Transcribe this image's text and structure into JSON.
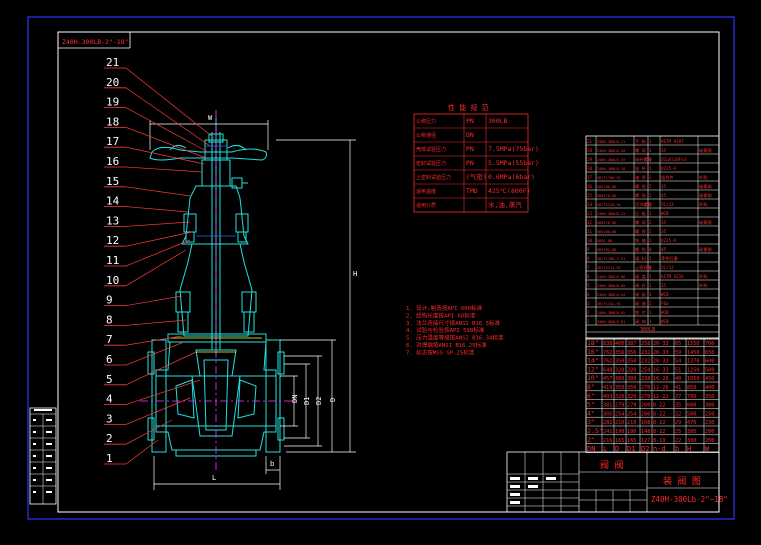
{
  "title_block": {
    "drawing_title": "Z40H-300Lb-2\"~18\"",
    "label_1": "阀 阀",
    "label_2": "装 阀 图"
  },
  "spec_table": {
    "heading": "性 能 规 范",
    "rows": [
      {
        "name": "公称压力",
        "sym": "PN",
        "val": "300LB"
      },
      {
        "name": "公称通径",
        "sym": "DN",
        "val": ""
      },
      {
        "name": "壳体试验压力",
        "sym": "PN",
        "val": "7.5MPa(75bar)"
      },
      {
        "name": "密封试验压力",
        "sym": "PN",
        "val": "5.5MPa(55bar)"
      },
      {
        "name": "上密封试验压力",
        "sym": "(气密)",
        "val": "0.6MPa(6bar)"
      },
      {
        "name": "适用温度",
        "sym": "TMD",
        "val": "425℃(800F)"
      },
      {
        "name": "适用介质",
        "sym": "",
        "val": "水,油,蒸汽"
      }
    ]
  },
  "notes": [
    "1. 设计,制造按API 600标准",
    "2. 结构长度按API 6D标准",
    "3. 法兰连接尺寸按ANSI B16.5标准",
    "4. 试验与检验按API 598标准",
    "5. 压力温度等级按ANSI B16.34标准",
    "6. 对焊端按ANSI B16.25标准",
    "7. 标志按MSS SP-25标准"
  ],
  "part_numbers": [
    "21",
    "20",
    "19",
    "18",
    "17",
    "16",
    "15",
    "14",
    "13",
    "12",
    "11",
    "10",
    "9",
    "8",
    "7",
    "6",
    "5",
    "4",
    "3",
    "2",
    "1"
  ],
  "dimension_labels": {
    "W": "W",
    "H": "H",
    "L": "L",
    "b": "b",
    "DN": "DN",
    "D1": "D1",
    "D2": "D2",
    "D": "D"
  },
  "bom_table": {
    "header": "300LB",
    "rows": [
      {
        "n": "21",
        "code": "Z40H-300LB-21",
        "name": "手 轮",
        "q": "1",
        "mat": "ASTM A197",
        "note": ""
      },
      {
        "n": "20",
        "code": "Z40H-300LB-20",
        "name": "螺 母",
        "q": "1",
        "mat": "35",
        "note": "碳素钢"
      },
      {
        "n": "19",
        "code": "Z40H-300LB-19",
        "name": "阀杆螺母",
        "q": "1",
        "mat": "ZCuAl10Fe3",
        "note": ""
      },
      {
        "n": "18",
        "code": "Z40H-300LB-18",
        "name": "油 杯",
        "q": "1",
        "mat": "Q235-A",
        "note": ""
      },
      {
        "n": "17",
        "code": "JB/T1700-91",
        "name": "轴 承",
        "q": "2",
        "mat": "组合件",
        "note": "外购"
      },
      {
        "n": "16",
        "code": "GB5780-86",
        "name": "螺 栓",
        "q": "2",
        "mat": "35",
        "note": "碳素钢"
      },
      {
        "n": "15",
        "code": "GB6170-86",
        "name": "螺 母",
        "q": "2",
        "mat": "45",
        "note": "碳素钢"
      },
      {
        "n": "14",
        "code": "JB/T5210-91",
        "name": "活节螺栓",
        "q": "2",
        "mat": "2Cr13",
        "note": "外购"
      },
      {
        "n": "13",
        "code": "Z40H-300LB-13",
        "name": "压 板",
        "q": "1",
        "mat": "WCB",
        "note": ""
      },
      {
        "n": "12",
        "code": "GB6170-86",
        "name": "螺 母",
        "q": "2",
        "mat": "35",
        "note": "碳素钢"
      },
      {
        "n": "11",
        "code": "GB5780-86",
        "name": "螺 栓",
        "q": "2",
        "mat": "35",
        "note": ""
      },
      {
        "n": "10",
        "code": "GB91-86",
        "name": "销 轴",
        "q": "2",
        "mat": "Q235-A",
        "note": ""
      },
      {
        "n": "9",
        "code": "GB5782-86",
        "name": "螺 栓",
        "q": "8",
        "mat": "45",
        "note": "碳素钢"
      },
      {
        "n": "8",
        "code": "JB/T1708.2-91",
        "name": "填 料",
        "q": "1",
        "mat": "柔性石墨",
        "note": ""
      },
      {
        "n": "7",
        "code": "JB/T5211-91",
        "name": "上密封座",
        "q": "1",
        "mat": "2Cr13",
        "note": ""
      },
      {
        "n": "6",
        "code": "Z40H-300LB-06",
        "name": "阀 盖",
        "q": "1",
        "mat": "ASTM A216",
        "note": "外购"
      },
      {
        "n": "5",
        "code": "Z40H-300LB-05",
        "name": "阀 杆",
        "q": "1",
        "mat": "35",
        "note": "外购"
      },
      {
        "n": "4",
        "code": "Z40H-300LB-04",
        "name": "闸 板",
        "q": "1",
        "mat": "WCB",
        "note": ""
      },
      {
        "n": "3",
        "code": "JB/T1752-91",
        "name": "阀 座",
        "q": "2",
        "mat": "F6a",
        "note": ""
      },
      {
        "n": "2",
        "code": "Z40H-300LB-02",
        "name": "垫 片",
        "q": "1",
        "mat": "WCB",
        "note": ""
      },
      {
        "n": "1",
        "code": "Z40H-300LB-01",
        "name": "阀 体",
        "q": "1",
        "mat": "WCB",
        "note": ""
      }
    ]
  },
  "dim_table": {
    "headers": [
      "DN",
      "L",
      "D",
      "D1",
      "D2",
      "n-d",
      "b",
      "H",
      "W"
    ],
    "rows": [
      [
        "18\"",
        "838",
        "400",
        "387",
        "258",
        "20-33",
        "65",
        "1550",
        "700"
      ],
      [
        "16\"",
        "762",
        "356",
        "356",
        "232",
        "20-33",
        "59",
        "1450",
        "650"
      ],
      [
        "14\"",
        "762",
        "350",
        "350",
        "232",
        "20-33",
        "54",
        "1370",
        "600"
      ],
      [
        "12\"",
        "648",
        "320",
        "320",
        "254",
        "16-33",
        "51",
        "1250",
        "500"
      ],
      [
        "10\"",
        "457",
        "380",
        "380",
        "238",
        "16-26",
        "48",
        "1050",
        "450"
      ],
      [
        "8\"",
        "419",
        "350",
        "350",
        "270",
        "12-26",
        "41",
        "850",
        "400"
      ],
      [
        "6\"",
        "403",
        "320",
        "320",
        "270",
        "12-22",
        "37",
        "700",
        "350"
      ],
      [
        "5\"",
        "381",
        "279",
        "279",
        "200",
        "8-22",
        "35",
        "600",
        "300"
      ],
      [
        "4\"",
        "305",
        "254",
        "254",
        "200",
        "8-22",
        "32",
        "500",
        "250"
      ],
      [
        "3\"",
        "282",
        "210",
        "210",
        "168",
        "8-22",
        "29",
        "470",
        "230"
      ],
      [
        "2.5\"",
        "241",
        "190",
        "190",
        "148",
        "8-22",
        "25",
        "395",
        "200"
      ],
      [
        "2\"",
        "216",
        "165",
        "165",
        "127",
        "8-19",
        "22",
        "330",
        "200"
      ]
    ]
  },
  "header_stamp": "Z40H-300LB-2\"-18\"",
  "colors": {
    "frame": "#3333ff",
    "inner_frame": "#ffffff",
    "table_red": "#ff2a2a",
    "outline_cyan": "#22e0e0",
    "leader_red": "#ff3a3a",
    "centerline_magenta": "#ff33ff",
    "text_white": "#ffffff",
    "yellow": "#ffff33"
  }
}
